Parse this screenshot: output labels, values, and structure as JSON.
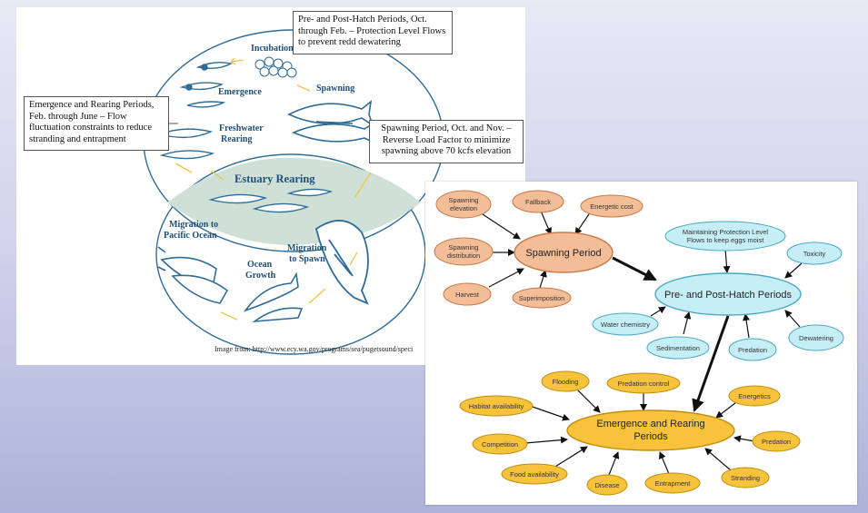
{
  "lifecycle": {
    "stages": {
      "incubation": "Incubation",
      "emergence": "Emergence",
      "freshwater_line1": "Freshwater",
      "freshwater_line2": "Rearing",
      "spawning": "Spawning",
      "estuary": "Estuary Rearing",
      "migration_ocean_line1": "Migration to",
      "migration_ocean_line2": "Pacific Ocean",
      "ocean_line1": "Ocean",
      "ocean_line2": "Growth",
      "migration_spawn_line1": "Migration",
      "migration_spawn_line2": "to Spawn"
    },
    "boxes": {
      "prehatch": "Pre- and Post-Hatch Periods, Oct. through Feb. – Protection Level Flows to prevent redd dewatering",
      "emergence": "Emergence and Rearing Periods, Feb. through June – Flow fluctuation constraints to reduce stranding and entrapment",
      "spawning": "Spawning Period, Oct. and Nov. – Reverse Load Factor to minimize spawning above 70 kcfs elevation"
    },
    "credit": "Image from: http://www.ecy.wa.gov/programs/sea/pugetsound/speci"
  },
  "concept_map": {
    "spawning": {
      "center": "Spawning Period",
      "spawning_elevation": [
        "Spawning",
        "elevation"
      ],
      "fallback": "Fallback",
      "energetic_cost": "Energetic cost",
      "spawning_distribution": [
        "Spawning",
        "distribution"
      ],
      "harvest": "Harvest",
      "superimposition": "Superimposition"
    },
    "hatch": {
      "center": "Pre- and Post-Hatch Periods",
      "maintaining": [
        "Maintaining Protection Level",
        "Flows to keep eggs moist"
      ],
      "toxicity": "Toxicity",
      "water_chemistry": "Water chemistry",
      "sedimentation": "Sedimentation",
      "predation": "Predation",
      "dewatering": "Dewatering"
    },
    "rearing": {
      "center": [
        "Emergence and Rearing",
        "Periods"
      ],
      "flooding": "Flooding",
      "predation_control": "Predation control",
      "habitat_availability": "Habitat availability",
      "energetics": "Energetics",
      "competition": "Competition",
      "predation": "Predation",
      "food_availability": "Food availability",
      "disease": "Disease",
      "entrapment": "Entrapment",
      "stranding": "Stranding"
    }
  },
  "colors": {
    "spawning_fill": "#f3bd98",
    "spawning_stroke": "#c77a4a",
    "hatch_fill": "#c6eef6",
    "hatch_stroke": "#4aa8c2",
    "rearing_fill": "#f7c33c",
    "rearing_stroke": "#c08d10",
    "lifecycle_line": "#2f6c98",
    "estuary_fill": "#cfe1d6"
  }
}
